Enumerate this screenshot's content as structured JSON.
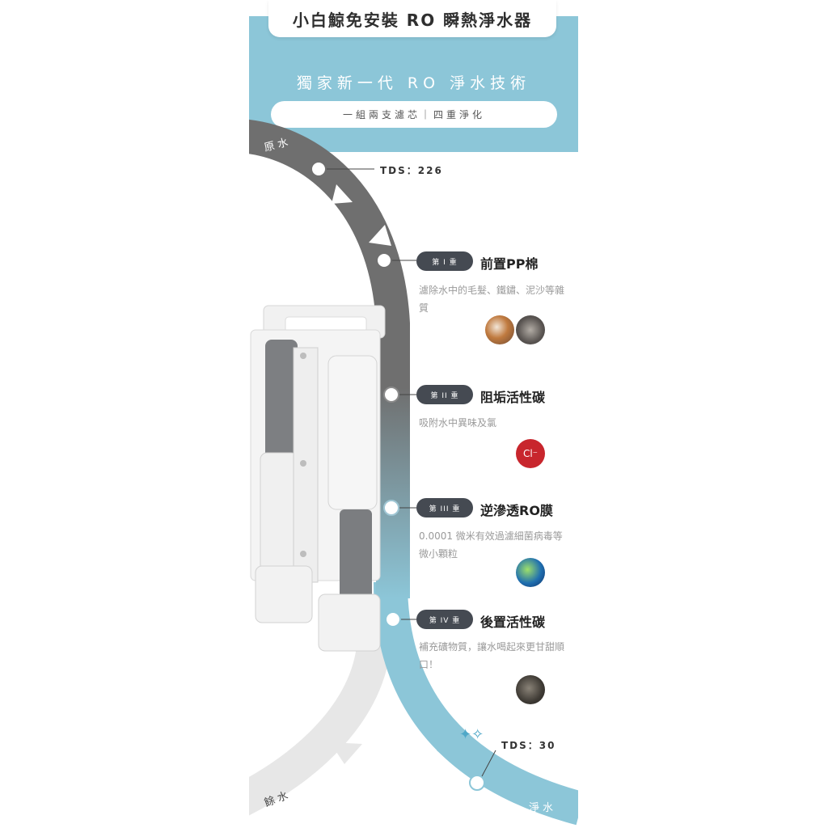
{
  "header": {
    "title": "小白鯨免安裝 RO 瞬熱淨水器",
    "headline": "獨家新一代 RO 淨水技術",
    "subtitle": "一組兩支濾芯｜四重淨化"
  },
  "flow": {
    "raw_label": "原水",
    "waste_label": "餘水",
    "pure_label": "淨水",
    "tds_in": "TDS：226",
    "tds_out": "TDS：30"
  },
  "stages": [
    {
      "badge": "第 I 重",
      "title": "前置PP棉",
      "desc": "濾除水中的毛髮、鐵鏽、泥沙等雜質",
      "icons": [
        "rust-texture-icon",
        "sediment-texture-icon"
      ]
    },
    {
      "badge": "第 II 重",
      "title": "阻垢活性碳",
      "desc": "吸附水中異味及氯",
      "icons": [
        "chlorine-icon"
      ],
      "chlorine_text": "Cl⁻"
    },
    {
      "badge": "第 III 重",
      "title": "逆滲透RO膜",
      "desc": "0.0001 微米有效過濾細菌病毒等微小顆粒",
      "icons": [
        "bacteria-icon"
      ]
    },
    {
      "badge": "第 IV 重",
      "title": "後置活性碳",
      "desc": "補充礦物質，讓水喝起來更甘甜順口！",
      "icons": [
        "carbon-texture-icon"
      ]
    }
  ],
  "colors": {
    "accent_blue": "#8cc6d8",
    "flow_gray": "#6f6f6f",
    "badge_dark": "#454a52",
    "chlorine_red": "#c8262d"
  }
}
